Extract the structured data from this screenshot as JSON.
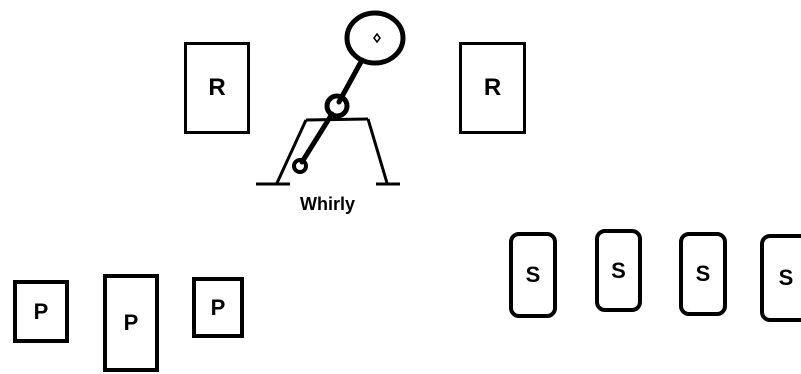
{
  "whirly": {
    "label": "Whirly"
  },
  "r_boxes": [
    {
      "label": "R"
    },
    {
      "label": "R"
    }
  ],
  "s_boxes": [
    {
      "label": "S"
    },
    {
      "label": "S"
    },
    {
      "label": "S"
    },
    {
      "label": "S"
    }
  ],
  "p_boxes": [
    {
      "label": "P"
    },
    {
      "label": "P"
    },
    {
      "label": "P"
    }
  ],
  "colors": {
    "stroke": "#000000",
    "background": "#ffffff"
  }
}
